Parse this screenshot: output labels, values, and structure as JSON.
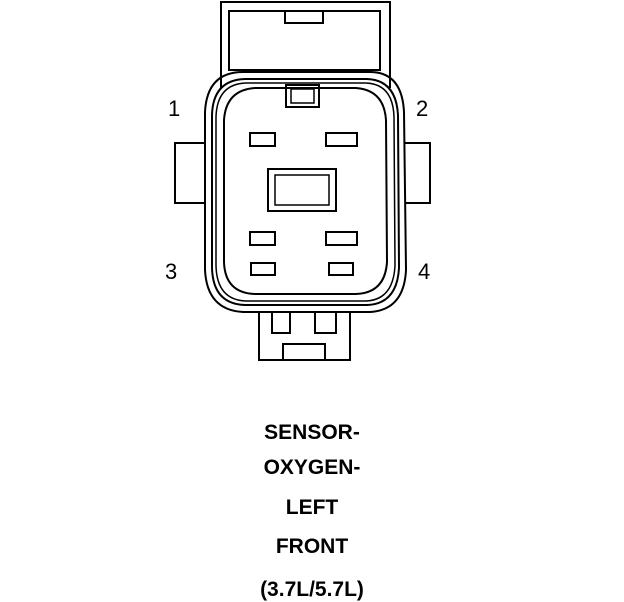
{
  "pins": [
    "1",
    "2",
    "3",
    "4"
  ],
  "caption": [
    "SENSOR-",
    "OXYGEN-",
    "LEFT",
    "FRONT",
    "(3.7L/5.7L)"
  ],
  "colors": {
    "line": "#000000",
    "background": "#ffffff"
  }
}
